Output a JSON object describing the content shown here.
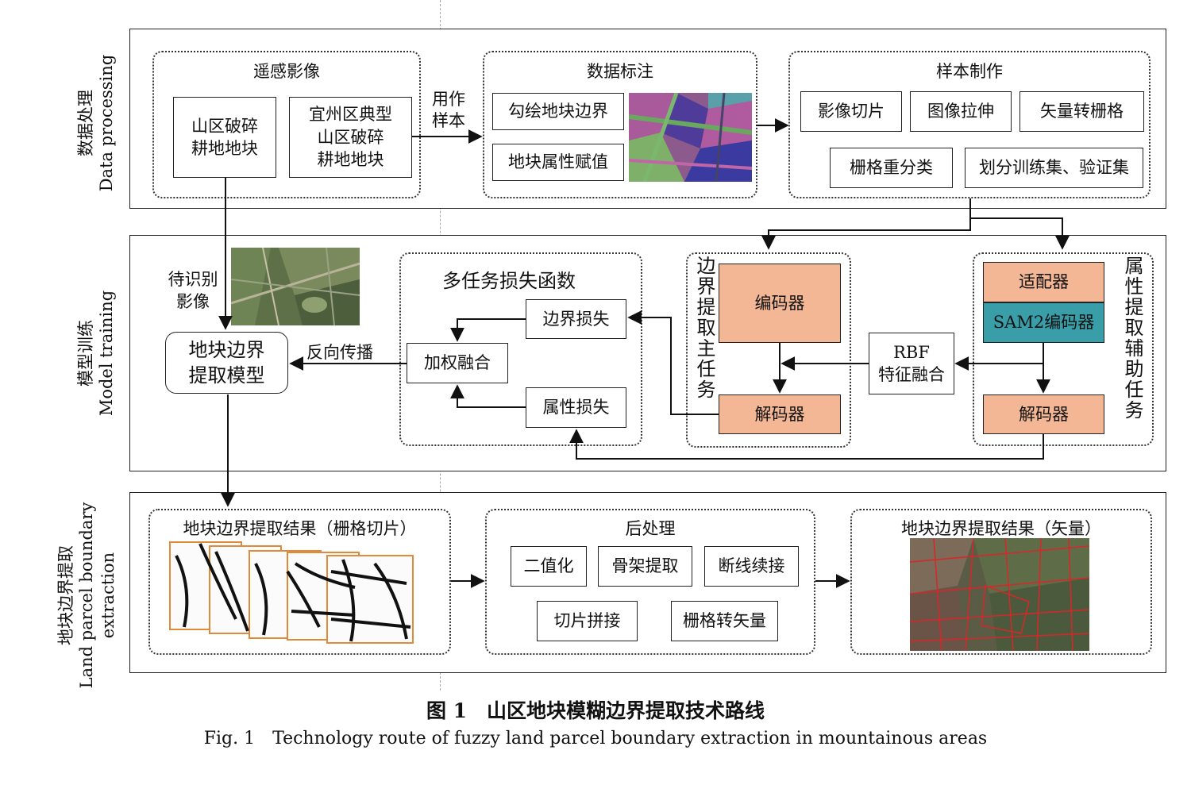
{
  "rows": {
    "data": {
      "zh": "数据处理",
      "en": "Data processing"
    },
    "model": {
      "zh": "模型训练",
      "en": "Model training"
    },
    "extract": {
      "zh": "地块边界提取",
      "en1": "Land parcel boundary",
      "en2": "extraction"
    }
  },
  "row1": {
    "rs_title": "遥感影像",
    "rs_box1_l1": "山区破碎",
    "rs_box1_l2": "耕地地块",
    "rs_box2_l1": "宜州区典型",
    "rs_box2_l2": "山区破碎",
    "rs_box2_l3": "耕地地块",
    "as_sample_l1": "用作",
    "as_sample_l2": "样本",
    "anno_title": "数据标注",
    "anno_box1": "勾绘地块边界",
    "anno_box2": "地块属性赋值",
    "sample_title": "样本制作",
    "s1": "影像切片",
    "s2": "图像拉伸",
    "s3": "矢量转栅格",
    "s4": "栅格重分类",
    "s5": "划分训练集、验证集"
  },
  "row2": {
    "to_identify_l1": "待识别",
    "to_identify_l2": "影像",
    "model_l1": "地块边界",
    "model_l2": "提取模型",
    "backprop": "反向传播",
    "loss_title": "多任务损失函数",
    "boundary_loss": "边界损失",
    "weighted_fusion": "加权融合",
    "attr_loss": "属性损失",
    "main_task": "边界提取主任务",
    "encoder": "编码器",
    "decoder_main": "解码器",
    "rbf_l1": "RBF",
    "rbf_l2": "特征融合",
    "adapter": "适配器",
    "sam2": "SAM2编码器",
    "decoder_aux": "解码器",
    "aux_task": "属性提取辅助任务"
  },
  "row3": {
    "raster_title": "地块边界提取结果（栅格切片）",
    "post_title": "后处理",
    "p1": "二值化",
    "p2": "骨架提取",
    "p3": "断线续接",
    "p4": "切片拼接",
    "p5": "栅格转矢量",
    "vector_title": "地块边界提取结果（矢量）"
  },
  "caption": {
    "zh": "图 1　山区地块模糊边界提取技术路线",
    "en": "Fig. 1　Technology route of fuzzy land parcel boundary extraction in mountainous areas"
  },
  "colors": {
    "salmon": "#f4b795",
    "teal": "#3a9ea8"
  }
}
